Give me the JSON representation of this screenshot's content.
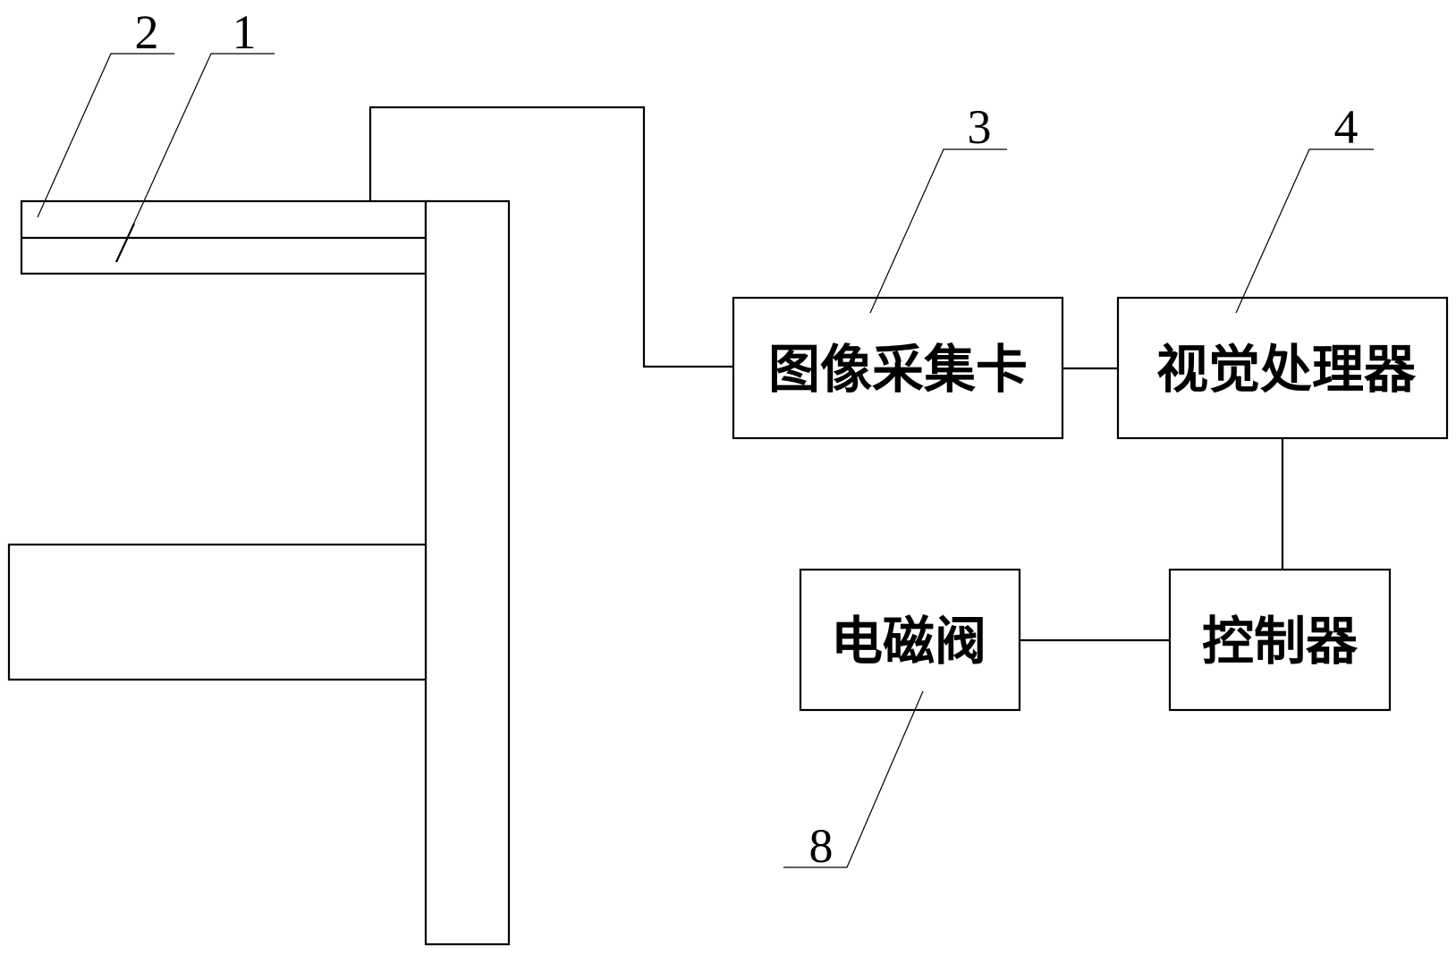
{
  "diagram": {
    "reference_numbers": {
      "part_1": "1",
      "part_2": "2",
      "part_3": "3",
      "part_4": "4",
      "part_8": "8"
    },
    "blocks": {
      "image_capture_card": "图像采集卡",
      "visual_processor": "视觉处理器",
      "controller": "控制器",
      "solenoid_valve": "电磁阀"
    },
    "connections": [
      [
        "camera",
        "image_capture_card"
      ],
      [
        "image_capture_card",
        "visual_processor"
      ],
      [
        "visual_processor",
        "controller"
      ],
      [
        "controller",
        "solenoid_valve"
      ]
    ],
    "line_color": "#000000",
    "background": "#ffffff"
  }
}
